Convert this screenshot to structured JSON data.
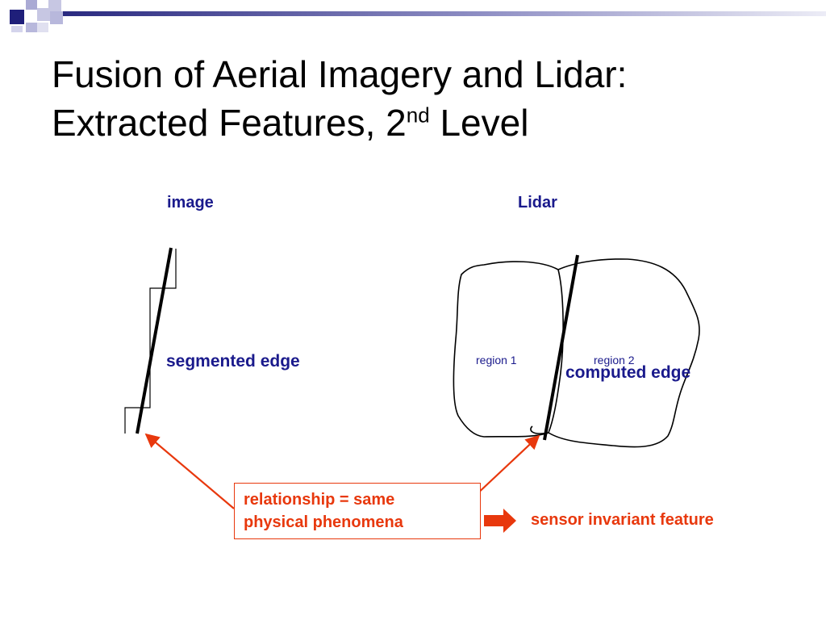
{
  "title": {
    "line1": "Fusion of Aerial Imagery and Lidar:",
    "line2_main": "Extracted Features, 2",
    "line2_sup": "nd",
    "line2_end": " Level"
  },
  "labels": {
    "image": "image",
    "lidar": "Lidar",
    "segmented_edge": "segmented edge",
    "computed_edge": "computed edge",
    "region1": "region 1",
    "region2": "region 2",
    "relationship_line1": "relationship = same",
    "relationship_line2": "physical phenomena",
    "sensor_invariant": "sensor invariant feature"
  },
  "colors": {
    "accent_blue": "#1a1a8c",
    "accent_red": "#e8380d",
    "deco_navy": "#1f1f7a",
    "deco_lavender": "#9999cc"
  }
}
